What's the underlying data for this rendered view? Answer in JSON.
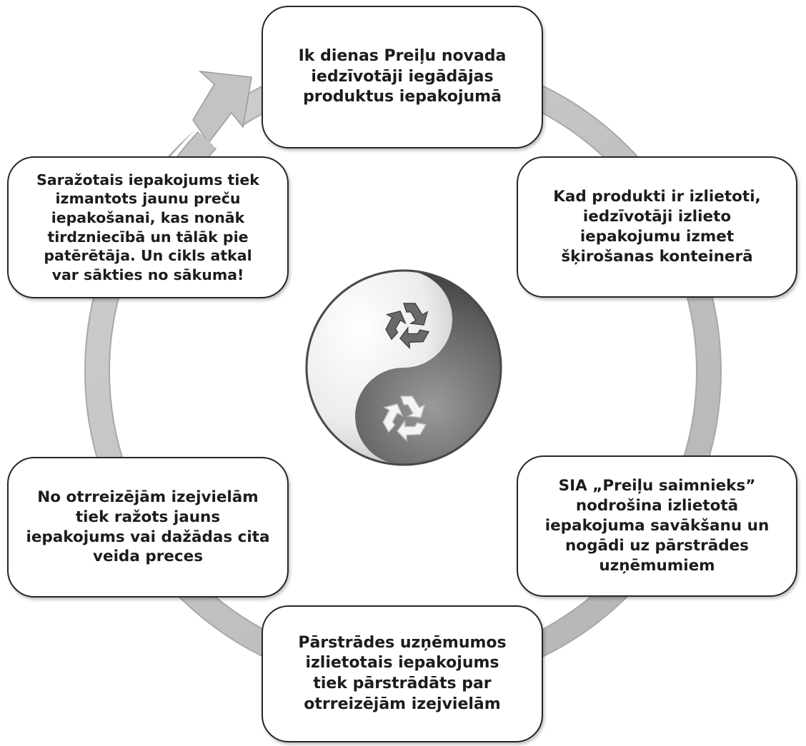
{
  "diagram": {
    "steps": [
      {
        "id": "step-1",
        "text": "Ik dienas Preiļu novada iedzīvotāji iegādājas produktus iepakojumā"
      },
      {
        "id": "step-2",
        "text": "Kad produkti ir izlietoti, iedzīvotāji izlieto iepakojumu izmet šķirošanas konteinerā"
      },
      {
        "id": "step-3",
        "text": "SIA „Preiļu saimnieks” nodrošina izlietotā iepakojuma savākšanu un nogādi uz pārstrādes uzņēmumiem"
      },
      {
        "id": "step-4",
        "text": "Pārstrādes uzņēmumos izlietotais iepakojums tiek pārstrādāts par otrreizējām izejvielām"
      },
      {
        "id": "step-5",
        "text": "No otrreizējām izejvielām tiek ražots jauns iepakojums vai dažādas cita veida preces"
      },
      {
        "id": "step-6",
        "text": "Saražotais iepakojums tiek izmantots jaunu preču iepakošanai, kas nonāk tirdzniecībā un tālāk pie patērētāja. Un cikls atkal var sākties no sākuma!"
      }
    ],
    "center_icon": "yin-yang-recycle-icon",
    "ring_arrow": "circular-arrow",
    "colors": {
      "ring": "#c3c3c3",
      "ring_edge": "#9a9a9a",
      "box_border": "#262626",
      "text": "#1c1c1c"
    }
  }
}
